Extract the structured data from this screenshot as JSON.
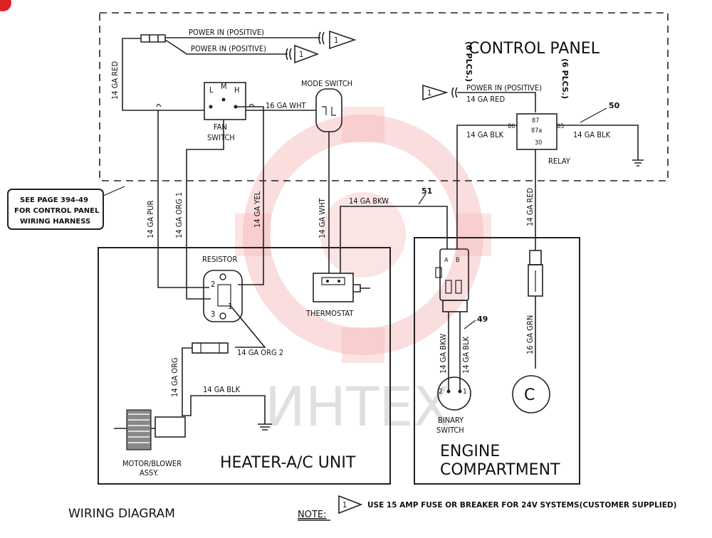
{
  "labels": {
    "power_in_1": "POWER IN (POSITIVE)",
    "power_in_2": "POWER IN (POSITIVE)",
    "power_in_3": "POWER IN (POSITIVE)",
    "control_panel": "CONTROL PANEL",
    "plcs_a": "(6 PLCS.)",
    "plcs_b": "(6 PLCS.)",
    "ref_50": "50",
    "ref_51": "51",
    "ref_49": "49",
    "mode_switch": "MODE SWITCH",
    "fan_switch_a": "FAN",
    "fan_switch_b": "SWITCH",
    "relay": "RELAY",
    "see_page_1": "SEE PAGE 394-49",
    "see_page_2": "FOR CONTROL PANEL",
    "see_page_3": "WIRING HARNESS",
    "resistor": "RESISTOR",
    "thermostat": "THERMOSTAT",
    "motor_1": "MOTOR/BLOWER",
    "motor_2": "ASSY.",
    "heater_unit": "HEATER-A/C UNIT",
    "engine_1": "ENGINE",
    "engine_2": "COMPARTMENT",
    "binary_1": "BINARY",
    "binary_2": "SWITCH",
    "compressor": "C",
    "wiring_diagram": "WIRING DIAGRAM",
    "note": "NOTE:",
    "note_text": "USE 15 AMP FUSE OR BREAKER FOR 24V SYSTEMS(CUSTOMER SUPPLIED)",
    "note_marker": "1",
    "watermark": "ИНТЕХ"
  },
  "wires": {
    "red_14": "14 GA RED",
    "red_14_b": "14 GA RED",
    "red_14_c": "14 GA RED",
    "wht_16": "16 GA WHT",
    "blk_relay_left": "14 GA BLK",
    "blk_relay_right": "14 GA BLK",
    "pur": "14 GA PUR",
    "org1": "14 GA ORG 1",
    "yel": "14 GA YEL",
    "wht_14": "14 GA WHT",
    "bkw": "14 GA BKW",
    "org2": "14 GA ORG 2",
    "org": "14 GA ORG",
    "blk_motor": "14 GA BLK",
    "bkw_b": "14 GA BKW",
    "blk_b": "14 GA BLK",
    "grn": "16 GA GRN"
  },
  "pins": {
    "fan_l": "L",
    "fan_m": "M",
    "fan_h": "H",
    "res_2": "2",
    "res_1": "1",
    "res_3": "3",
    "relay_86": "86",
    "relay_87": "87",
    "relay_87a": "87a",
    "relay_85": "85",
    "relay_30": "30",
    "conn_a": "A",
    "conn_b": "B",
    "bs_2": "2",
    "bs_1": "1"
  }
}
